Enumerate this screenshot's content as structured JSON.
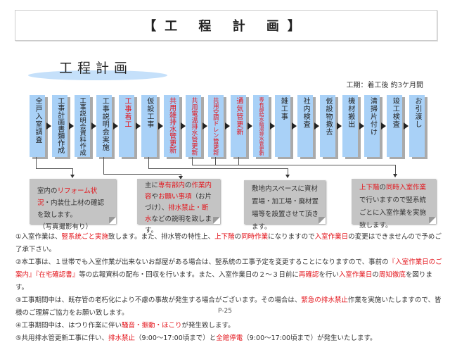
{
  "title": "【工 程 計 画】",
  "heading": "工程計画",
  "period": "工期：着工後 約3ケ月間",
  "steps": [
    {
      "label": "全戸入室調査",
      "red": false
    },
    {
      "label": "工事計画書類作成",
      "red": false
    },
    {
      "label": "工事説明会資料作成",
      "red": false
    },
    {
      "label": "工事説明会実施",
      "red": false
    },
    {
      "label": "工事着工",
      "red": true
    },
    {
      "label": "仮設工事",
      "red": false
    },
    {
      "label": "共用雑排水管更新",
      "red": true
    },
    {
      "label": "共用電温排水管更新",
      "red": true
    },
    {
      "label": "共用空調ドレン管更新",
      "red": true
    },
    {
      "label": "通気管更新",
      "red": true
    },
    {
      "label": "専有部給水給湯排水管更新",
      "red": true
    },
    {
      "label": "雑工事",
      "red": false
    },
    {
      "label": "社内検査",
      "red": false
    },
    {
      "label": "仮設物撤去",
      "red": false
    },
    {
      "label": "機材搬出",
      "red": false
    },
    {
      "label": "清掃片付け",
      "red": false
    },
    {
      "label": "竣工検査",
      "red": false
    },
    {
      "label": "お引渡し",
      "red": false
    }
  ],
  "callouts": {
    "c1": {
      "a": "室内の",
      "b": "リフォーム状況",
      "c": "・内装仕上材の確認を致します。",
      "d": "（写真撮影有り）"
    },
    "c2": {
      "a": "主に",
      "b": "専有部内",
      "c": "の",
      "d": "作業内容",
      "e": "や",
      "f": "お願い事項",
      "g": "（お片づけ）、",
      "h": "排水禁止・断水",
      "i": "などの説明を致します。"
    },
    "c3": {
      "a": "敷地内スペースに資材置場・加工場・廃材置場等を設置させて頂きます。"
    },
    "c4": {
      "a": "上下階",
      "b": "の",
      "c": "同時入室作業",
      "d": "で行いますので竪系統ごとに入室作業を実施致します。"
    }
  },
  "notes": {
    "n1": {
      "a": "①入室作業は、",
      "b": "竪系統ごと実施",
      "c": "致します。また、排水管の特性上、",
      "d": "上下階",
      "e": "の",
      "f": "同時作業",
      "g": "になりますので",
      "h": "入室作業日",
      "i": "の変更はできませんので予めご了承下さい。"
    },
    "n2": {
      "a": "②本工事は、１世帯でも入室作業が出来ないお部屋がある場合は、竪系統の工事予定を変更することになりますので、事前の",
      "b": "『入室作業日のご案内』『在宅確認書』",
      "c": "等の広報資料の配布・回収を行います。また、入室作業日の２～３日前に",
      "d": "再確認",
      "e": "を行い",
      "f": "入室作業日",
      "g": "の",
      "h": "周知徹底",
      "i": "を図ります。"
    },
    "n3": {
      "a": "③工事期間中は、既存管の老朽化により不慮の事故が発生する場合がございます。その場合は、",
      "b": "緊急の排水禁止",
      "c": "作業を実施いたしますので、皆様のご理解ご協力をお願い致します。"
    },
    "n4": {
      "a": "④工事期間中は、はつり作業に伴い",
      "b": "騒音・振動・ほこり",
      "c": "が発生致します。"
    },
    "n5": {
      "a": "⑤共用排水管更新工事に伴い、",
      "b": "排水禁止",
      "c": "（9:00～17:00頃まで）と",
      "d": "全館停電",
      "e": "（9:00～17:00頃まで）が発生いたします。"
    }
  },
  "page": "P-25"
}
